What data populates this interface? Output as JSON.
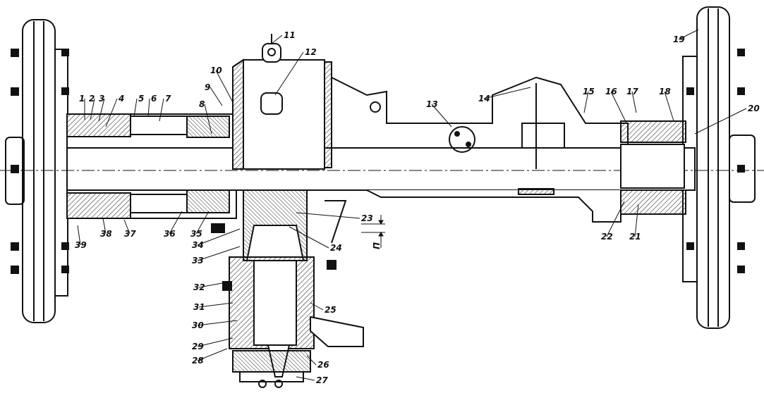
{
  "callouts": [
    "1",
    "2",
    "3",
    "4",
    "5",
    "6",
    "7",
    "8",
    "9",
    "10",
    "11",
    "12",
    "13",
    "14",
    "15",
    "16",
    "17",
    "18",
    "19",
    "20",
    "21",
    "22",
    "23",
    "24",
    "25",
    "26",
    "27",
    "28",
    "29",
    "30",
    "31",
    "32",
    "33",
    "34",
    "35",
    "36",
    "37",
    "38",
    "39"
  ],
  "dimension_label": "П",
  "colors": {
    "ink": "#111111",
    "paper": "#ffffff",
    "hatch": "#333333"
  }
}
